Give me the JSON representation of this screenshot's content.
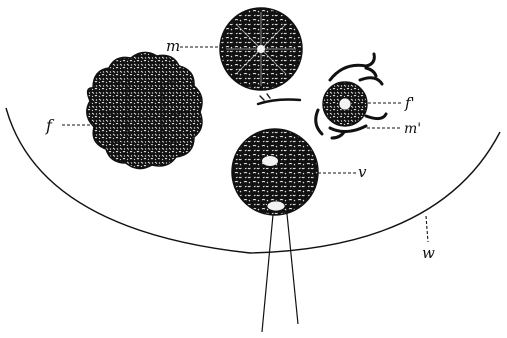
{
  "labels": {
    "m": "m",
    "f": "f",
    "f_prime": "f'",
    "m_prime": "m'",
    "v": "v",
    "w": "w"
  },
  "colors": {
    "ink": "#111111",
    "paper": "#ffffff",
    "speckle": "#f2f2f2"
  }
}
